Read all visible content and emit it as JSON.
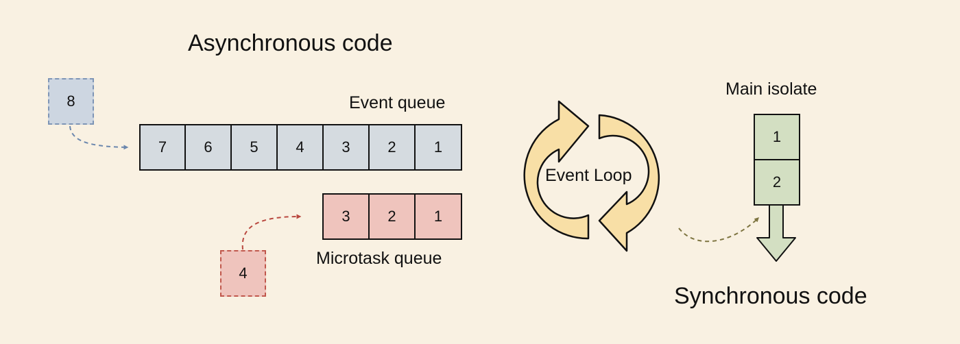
{
  "async_title": "Asynchronous code",
  "sync_title": "Synchronous code",
  "event_queue": {
    "label": "Event queue",
    "items": [
      "7",
      "6",
      "5",
      "4",
      "3",
      "2",
      "1"
    ],
    "incoming": "8"
  },
  "microtask_queue": {
    "label": "Microtask queue",
    "items": [
      "3",
      "2",
      "1"
    ],
    "incoming": "4"
  },
  "event_loop": {
    "label": "Event Loop"
  },
  "main_isolate": {
    "label": "Main isolate",
    "items": [
      "1",
      "2"
    ]
  },
  "colors": {
    "background": "#f9f1e2",
    "event_cell": "#d5dbe0",
    "event_pending": "#cdd6e1",
    "event_pending_border": "#7e95b6",
    "event_arrow": "#6b87ad",
    "micro_cell": "#efc4bd",
    "micro_pending_border": "#c0574c",
    "micro_arrow": "#b9483f",
    "loop_fill": "#f8dfa6",
    "main_cell": "#d3dfc2",
    "sync_arrow": "#7d7440"
  }
}
